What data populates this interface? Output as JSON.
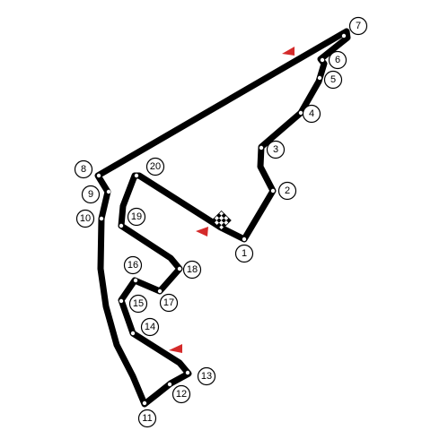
{
  "map": {
    "track_color": "#000000",
    "flag_color": "#d42a2a",
    "corners": [
      {
        "label": "1"
      },
      {
        "label": "2"
      },
      {
        "label": "3"
      },
      {
        "label": "4"
      },
      {
        "label": "5"
      },
      {
        "label": "6"
      },
      {
        "label": "7"
      },
      {
        "label": "8"
      },
      {
        "label": "9"
      },
      {
        "label": "10"
      },
      {
        "label": "11"
      },
      {
        "label": "12"
      },
      {
        "label": "13"
      },
      {
        "label": "14"
      },
      {
        "label": "15"
      },
      {
        "label": "16"
      },
      {
        "label": "17"
      },
      {
        "label": "18"
      },
      {
        "label": "19"
      },
      {
        "label": "20"
      }
    ],
    "icons": {
      "start_finish": "checkered-flag-icon",
      "drs_zone": "drs-flag-icon"
    }
  }
}
